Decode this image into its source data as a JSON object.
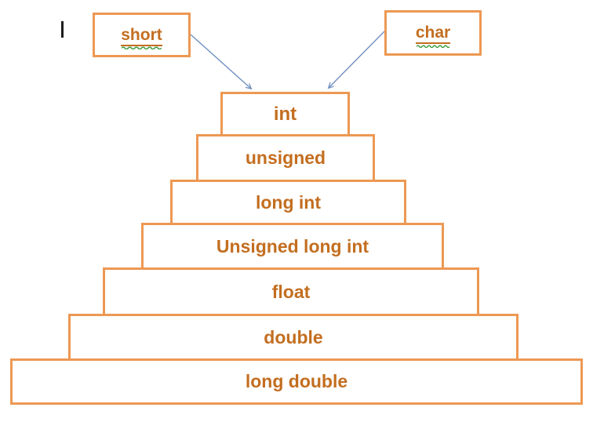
{
  "diagram": {
    "description": "Implicit type promotion hierarchy pyramid",
    "source_boxes": [
      {
        "label": "short"
      },
      {
        "label": "char"
      }
    ],
    "pyramid_levels": [
      {
        "label": "int"
      },
      {
        "label": "unsigned"
      },
      {
        "label": "long int"
      },
      {
        "label": "Unsigned long int"
      },
      {
        "label": "float"
      },
      {
        "label": "double"
      },
      {
        "label": "long double"
      }
    ],
    "arrows": [
      {
        "from": "short",
        "to": "int"
      },
      {
        "from": "char",
        "to": "int"
      }
    ],
    "colors": {
      "box_border": "#ED9853",
      "label_text": "#C36E20",
      "arrow_line": "#7090C0",
      "spellcheck_squiggle": "#3C9B3C",
      "background": "#FFFFFF",
      "text_cursor": "#1C1C1C"
    }
  }
}
